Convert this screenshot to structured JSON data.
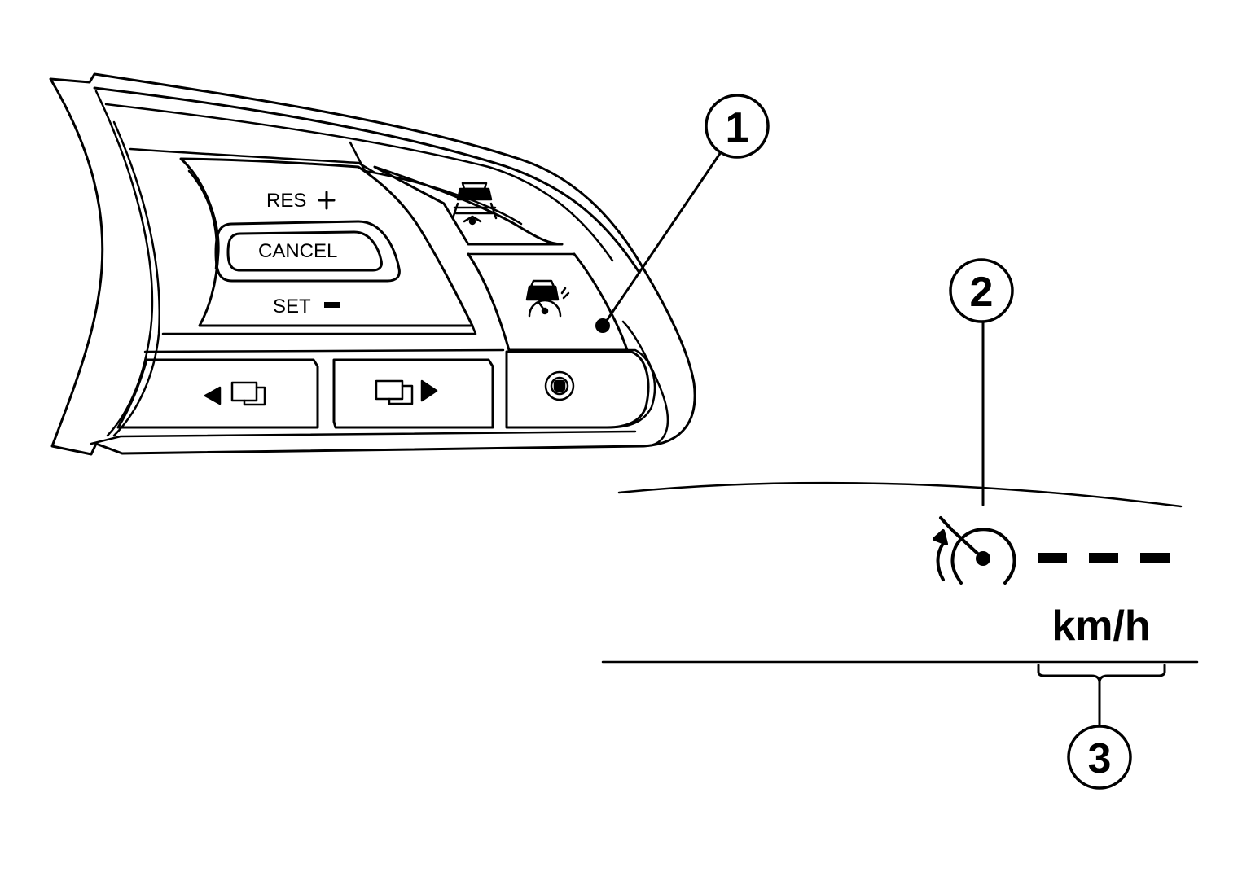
{
  "switch_panel": {
    "res_plus": "RES+",
    "cancel": "CANCEL",
    "set_minus": "SET",
    "icons": [
      "lane-assist-icon",
      "distance-control-icon",
      "cruise-control-icon",
      "prev-screen-icon",
      "next-screen-icon",
      "driver-assist-icon"
    ]
  },
  "display": {
    "speed_placeholder": "- - -",
    "unit": "km/h"
  },
  "callouts": {
    "c1": "1",
    "c2": "2",
    "c3": "3"
  },
  "colors": {
    "line": "#000000",
    "background": "#ffffff"
  }
}
